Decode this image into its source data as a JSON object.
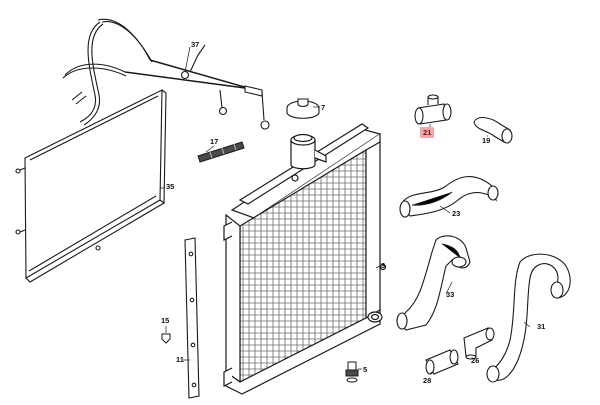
{
  "diagram": {
    "callouts": {
      "p37": "37",
      "p7": "7",
      "p21": "21",
      "p19": "19",
      "p17": "17",
      "p35": "35",
      "p23": "23",
      "p3": "3",
      "p33": "33",
      "p31": "31",
      "p15": "15",
      "p11": "11",
      "p26": "26",
      "p5": "5",
      "p28": "28"
    },
    "highlight_color": "#f2a7a9",
    "line_color": "#1a1a1a"
  }
}
